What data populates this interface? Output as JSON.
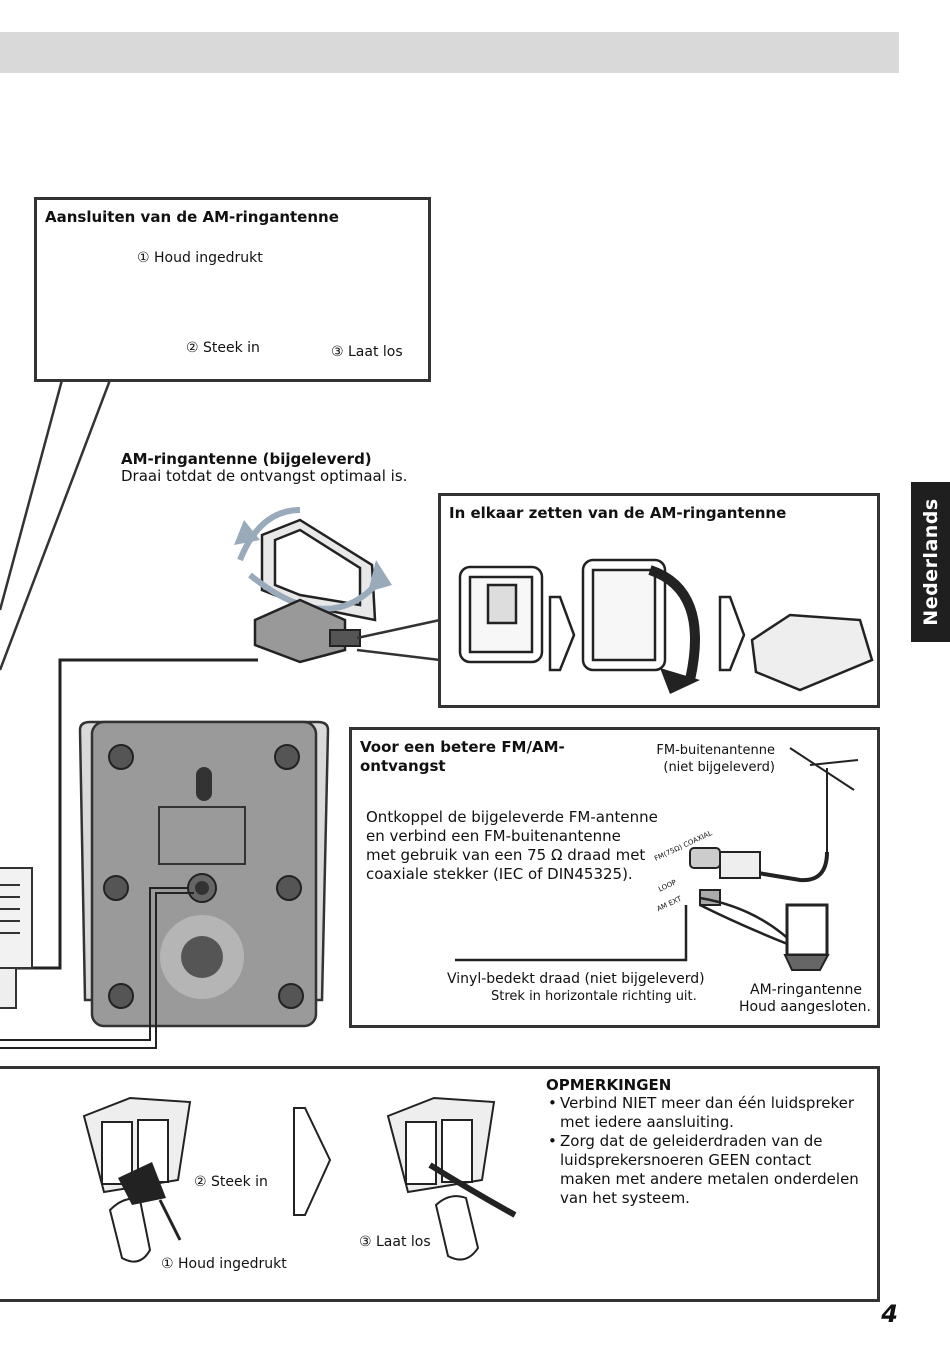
{
  "sidebar": {
    "language": "Nederlands"
  },
  "page_number": "4",
  "am_connect": {
    "title": "Aansluiten van de AM-ringantenne",
    "step1": "① Houd ingedrukt",
    "step2": "② Steek in",
    "step3": "③ Laat los"
  },
  "am_loop": {
    "title": "AM-ringantenne (bijgeleverd)",
    "desc": "Draai totdat de ontvangst optimaal is."
  },
  "assembly": {
    "title": "In elkaar zetten van de AM-ringantenne"
  },
  "fm_am": {
    "title_line1": "Voor een betere FM/AM-",
    "title_line2": "ontvangst",
    "outdoor_label_1": "FM-buitenantenne",
    "outdoor_label_2": "(niet bijgeleverd)",
    "desc_line1": "Ontkoppel de bijgeleverde FM-antenne",
    "desc_line2": "en verbind een FM-buitenantenne",
    "desc_line3": "met gebruik van een 75 Ω draad met",
    "desc_line4": "coaxiale stekker (IEC of DIN45325).",
    "terminal_fm": "FM(75Ω) COAXIAL",
    "terminal_loop": "LOOP",
    "terminal_am_ext": "AM EXT",
    "wire_label": "Vinyl-bedekt draad (niet bijgeleverd)",
    "wire_note": "Strek in horizontale richting uit.",
    "am_antenna_label": "AM-ringantenne",
    "am_antenna_note": "Houd aangesloten."
  },
  "speaker": {
    "step2": "② Steek in",
    "step1": "① Houd ingedrukt",
    "step3": "③ Laat los"
  },
  "notes": {
    "heading": "OPMERKINGEN",
    "items": [
      "Verbind NIET meer dan één luidspreker met iedere aansluiting.",
      "Zorg dat de geleiderdraden van de luidsprekersnoeren GEEN contact maken met andere metalen onderdelen van het systeem."
    ]
  }
}
